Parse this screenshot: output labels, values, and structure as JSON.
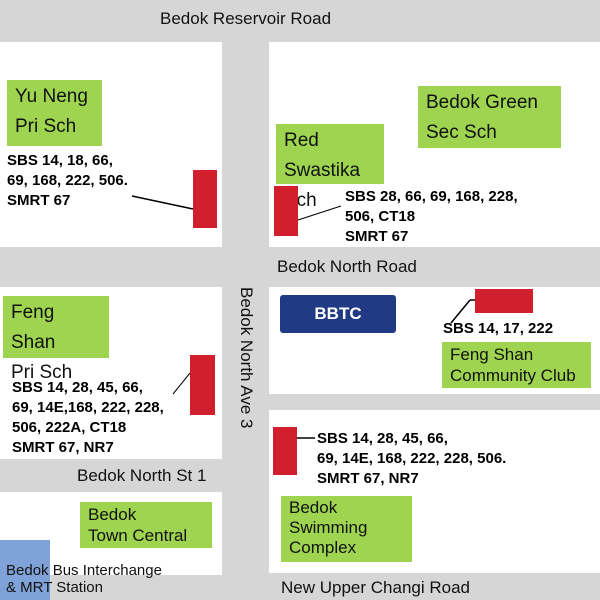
{
  "roads": {
    "reservoir": "Bedok Reservoir Road",
    "north_road": "Bedok North Road",
    "north_ave3": "Bedok North Ave 3",
    "north_st1": "Bedok North St 1",
    "upper_changi": "New Upper Changi Road"
  },
  "places": {
    "yu_neng": "Yu Neng\nPri Sch",
    "red_swastika": "Red Swastika\nSch",
    "bedok_green": "Bedok Green\nSec Sch",
    "feng_shan_pri": "Feng Shan\nPri Sch",
    "feng_shan_cc": "Feng Shan\nCommunity Club",
    "town_central": "Bedok\nTown Central",
    "swimming": "Bedok\nSwimming\nComplex",
    "bbtc": "BBTC",
    "interchange": "Bedok Bus Interchange\n& MRT Station"
  },
  "bus_stops": {
    "nw": "SBS 14, 18, 66,\n69, 168, 222, 506.\nSMRT 67",
    "ne": "SBS 28, 66, 69, 168, 228,\n506, CT18\nSMRT 67",
    "east": "SBS 14, 17, 222",
    "sw": "SBS 14, 28, 45, 66,\n69, 14E,168, 222, 228,\n506, 222A, CT18\nSMRT 67, NR7",
    "se": "SBS 14, 28, 45, 66,\n69, 14E, 168, 222, 228, 506.\nSMRT 67, NR7"
  },
  "colors": {
    "road": "#d6d6d6",
    "block": "#ffffff",
    "place": "#9ed44f",
    "bus_stop": "#d11f2d",
    "bbtc": "#213a84",
    "interchange": "#7fa2d8"
  }
}
